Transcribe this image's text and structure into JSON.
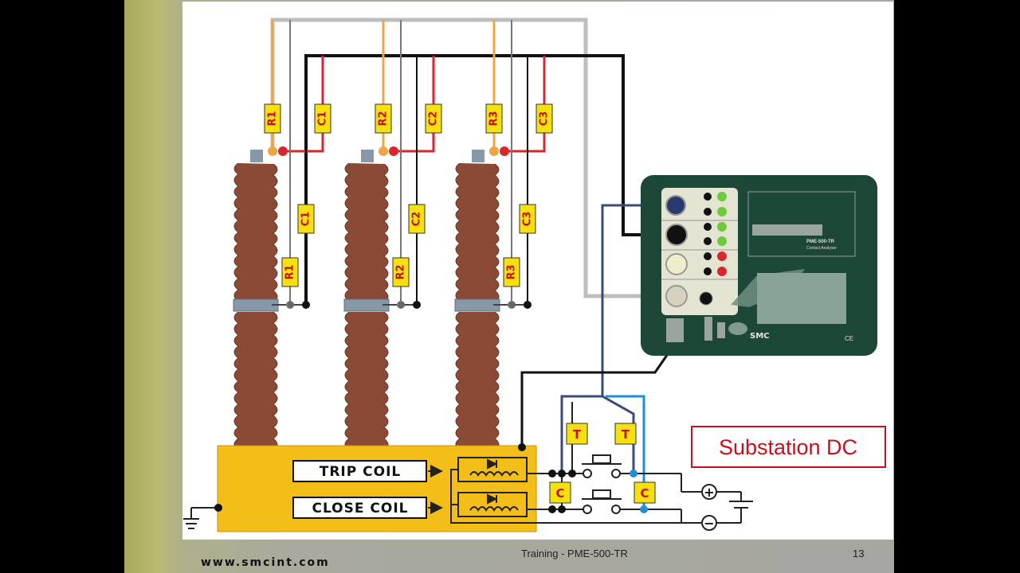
{
  "footer": {
    "url": "www.smcint.com",
    "title": "Training - PME-500-TR",
    "page": "13"
  },
  "diagram": {
    "phase_labels": [
      "R1",
      "C1",
      "R2",
      "C2",
      "R3",
      "C3"
    ],
    "trip_coil": "TRIP COIL",
    "close_coil": "CLOSE COIL",
    "t_label": "T",
    "c_label": "C",
    "substation": "Substation DC",
    "plus": "+",
    "minus": "−",
    "device": {
      "model": "PME-500-TR",
      "subtitle": "Contact Analyser",
      "brand": "SMC",
      "ce": "CE"
    }
  }
}
